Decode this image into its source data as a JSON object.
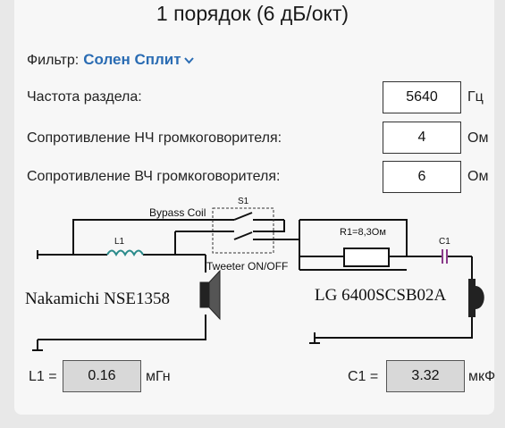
{
  "title": "1 порядок (6 дБ/окт)",
  "filter": {
    "label": "Фильтр:",
    "value": "Солен Сплит"
  },
  "params": [
    {
      "label": "Частота раздела:",
      "value": "5640",
      "unit": "Гц"
    },
    {
      "label": "Сопротивление НЧ громкоговорителя:",
      "value": "4",
      "unit": "Ом"
    },
    {
      "label": "Сопротивление ВЧ громкоговорителя:",
      "value": "6",
      "unit": "Ом"
    }
  ],
  "schematic": {
    "bypass_label": "Bypass Coil",
    "switch_label": "S1",
    "l1_label": "L1",
    "r1_label": "R1=8,3Ом",
    "c1_label": "C1",
    "tweeter_label": "Tweeter ON/OFF",
    "woofer_model": "Nakamichi NSE1358",
    "tweeter_model": "LG 6400SCSB02A"
  },
  "results": {
    "l1": {
      "label": "L1 =",
      "value": "0.16",
      "unit": "мГн"
    },
    "c1": {
      "label": "C1 =",
      "value": "3.32",
      "unit": "мкФ"
    }
  }
}
